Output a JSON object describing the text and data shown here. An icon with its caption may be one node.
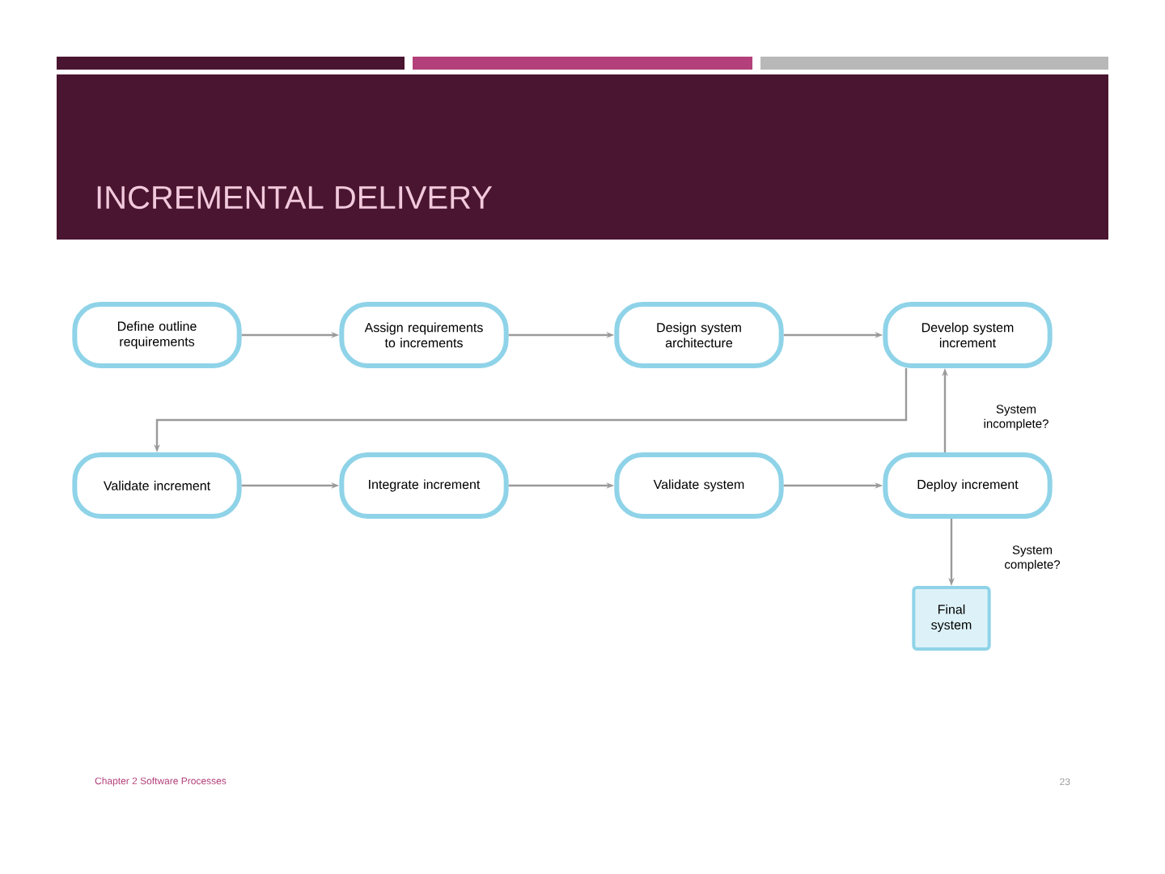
{
  "diagram": {
    "title": "INCREMENTAL DELIVERY",
    "nodes": [
      {
        "text": [
          "Define outline requirements"
        ]
      },
      {
        "text": [
          "Assign requirements to increments"
        ]
      },
      {
        "text": [
          "Design system architecture"
        ]
      },
      {
        "text": [
          "Develop system increment"
        ]
      },
      {
        "text": [
          "Validate increment"
        ]
      },
      {
        "text": [
          "Integrate increment"
        ]
      },
      {
        "text": [
          "Validate system"
        ]
      },
      {
        "text": [
          "Deploy increment"
        ]
      },
      {
        "text": [
          "Final system"
        ]
      }
    ],
    "edges": [
      {
        "from": 0,
        "to": 1,
        "arrow": "to"
      },
      {
        "from": 1,
        "to": 2,
        "arrow": "to"
      },
      {
        "from": 2,
        "to": 3,
        "arrow": "to"
      },
      {
        "from": 3,
        "to": 4,
        "arrow": "to"
      },
      {
        "from": 4,
        "to": 5,
        "arrow": "to"
      },
      {
        "from": 5,
        "to": 6,
        "arrow": "to"
      },
      {
        "from": 6,
        "to": 7,
        "arrow": "to"
      },
      {
        "from": 7,
        "to": 3,
        "label": "System incomplete?",
        "arrow": "to"
      },
      {
        "from": 7,
        "to": 8,
        "label": "System complete?",
        "arrow": "to"
      }
    ],
    "labels": [
      "Chapter 2 Software Processes",
      "23"
    ]
  }
}
